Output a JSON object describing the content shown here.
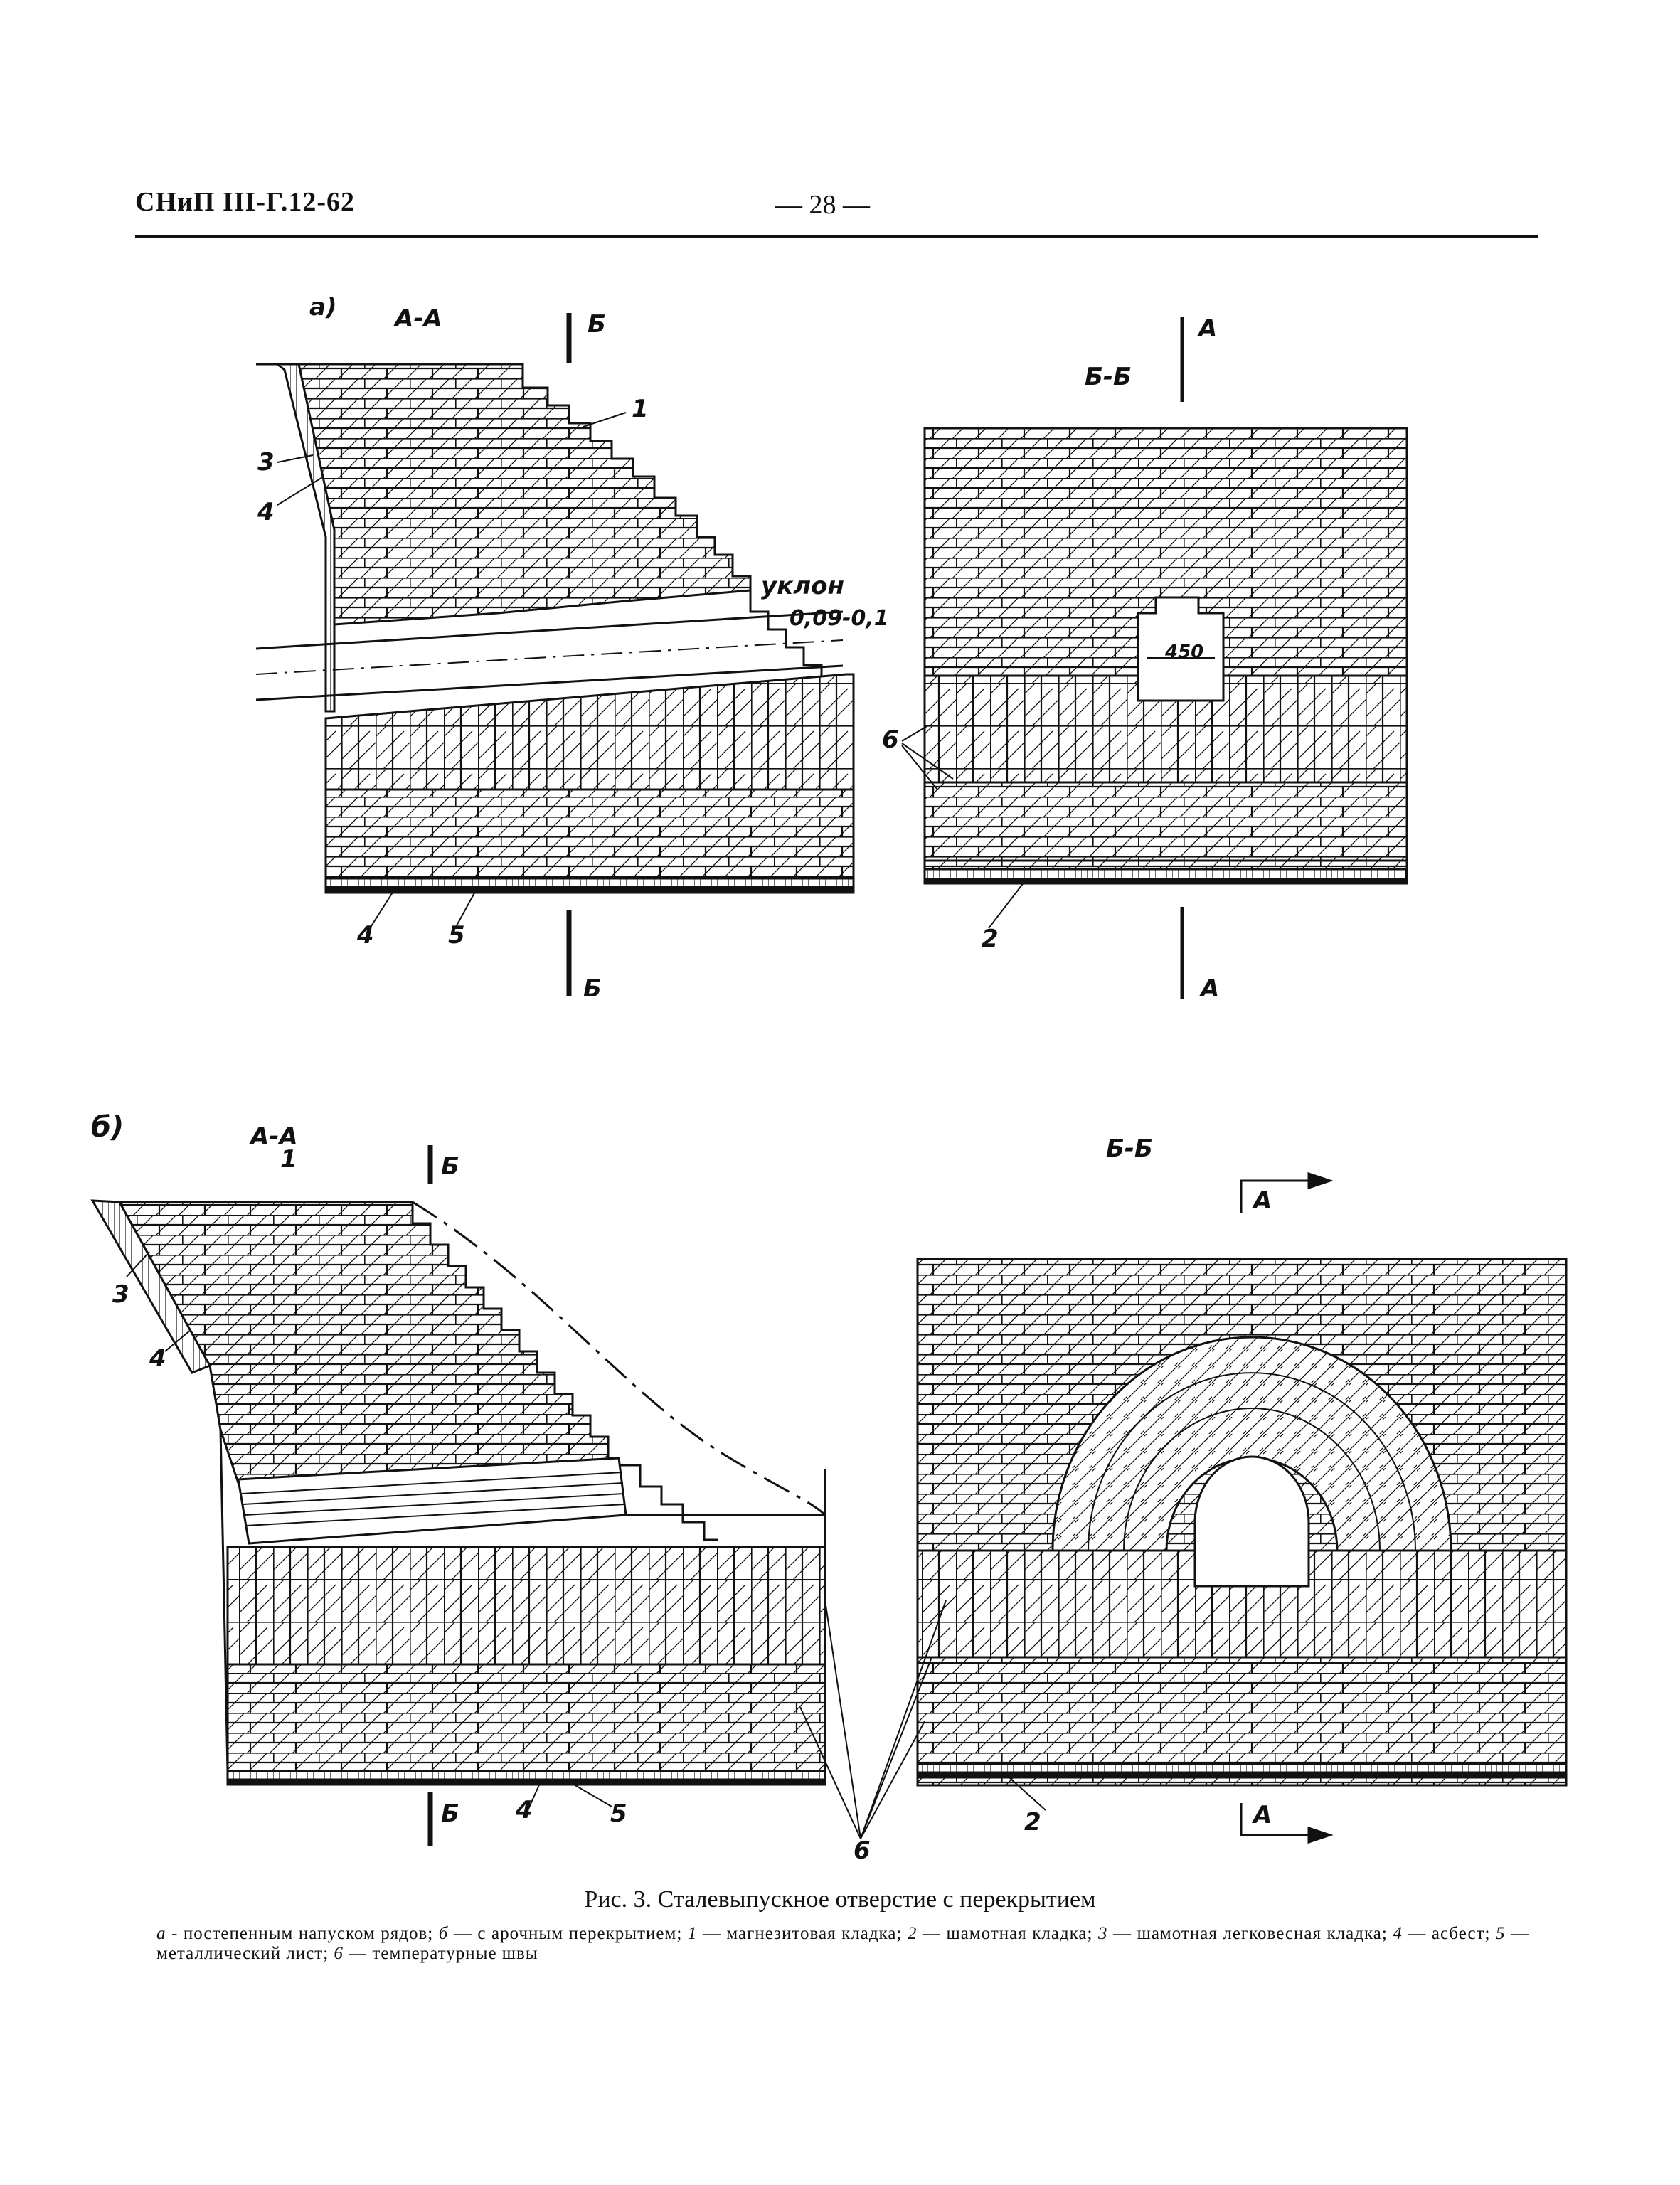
{
  "header": {
    "left": "СНиП III-Г.12-62",
    "page_number": "— 28 —"
  },
  "figure_a": {
    "panel_letter": "а)",
    "left_section": "А-А",
    "right_section": "Б-Б",
    "cut_top": "Б",
    "cut_bottom": "Б",
    "cut_right_top": "А",
    "cut_right_bottom": "А",
    "slope_label": "уклон",
    "slope_value": "0,09-0,1",
    "opening_dim": "450",
    "callouts": [
      "1",
      "2",
      "3",
      "4",
      "4",
      "5",
      "6"
    ]
  },
  "figure_b": {
    "panel_letter": "б)",
    "left_section": "А-А",
    "right_section": "Б-Б",
    "cut_top": "Б",
    "cut_bottom": "Б",
    "cut_right_top": "А",
    "cut_right_bottom": "А",
    "callouts": [
      "1",
      "2",
      "3",
      "4",
      "4",
      "5",
      "6"
    ]
  },
  "caption": "Рис. 3. Сталевыпускное отверстие с перекрытием",
  "legend": {
    "a_key": "а",
    "a_text": " - постепенным напуском рядов; ",
    "b_key": "б",
    "b_text": " — с арочным перекрытием; ",
    "k1": "1",
    "t1": " — магнезитовая кладка; ",
    "k2": "2",
    "t2": " — шамотная кладка; ",
    "k3": "3",
    "t3": " — шамотная легковесная кладка; ",
    "k4": "4",
    "t4": " — асбест; ",
    "k5": "5",
    "t5": " — металлический лист; ",
    "k6": "6",
    "t6": " — температурные швы"
  }
}
